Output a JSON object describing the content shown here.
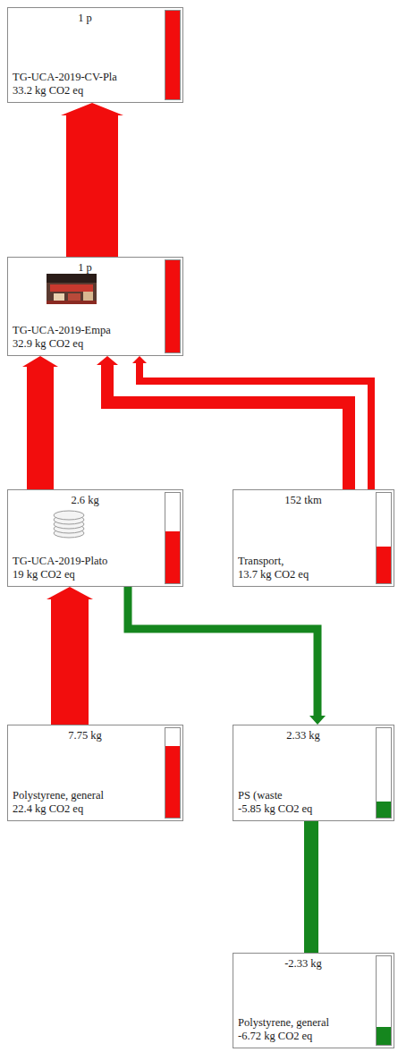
{
  "diagram": {
    "nodes": [
      {
        "text": [
          "1 p",
          "TG-UCA-2019-CV-Pla",
          "33.2 kg CO2 eq"
        ]
      },
      {
        "text": [
          "1 p",
          "TG-UCA-2019-Empa",
          "32.9 kg CO2 eq"
        ]
      },
      {
        "text": [
          "2.6 kg",
          "TG-UCA-2019-Plato",
          "19 kg CO2 eq"
        ]
      },
      {
        "text": [
          "152 tkm",
          "Transport,",
          "13.7 kg CO2 eq"
        ]
      },
      {
        "text": [
          "7.75 kg",
          "Polystyrene, general",
          "22.4 kg CO2 eq"
        ]
      },
      {
        "text": [
          "2.33 kg",
          "PS (waste",
          "-5.85 kg CO2 eq"
        ]
      },
      {
        "text": [
          "-2.33 kg",
          "Polystyrene, general",
          "-6.72 kg CO2 eq"
        ]
      }
    ],
    "edges": [
      {
        "from": 1,
        "to": 0,
        "arrow": "to"
      },
      {
        "from": 2,
        "to": 1,
        "arrow": "to"
      },
      {
        "from": 3,
        "to": 1,
        "arrow": "to"
      },
      {
        "from": 3,
        "to": 1,
        "arrow": "to"
      },
      {
        "from": 4,
        "to": 2,
        "arrow": "to"
      },
      {
        "from": 2,
        "to": 5,
        "arrow": "to"
      },
      {
        "from": 5,
        "to": 6,
        "arrow": "none"
      }
    ]
  }
}
